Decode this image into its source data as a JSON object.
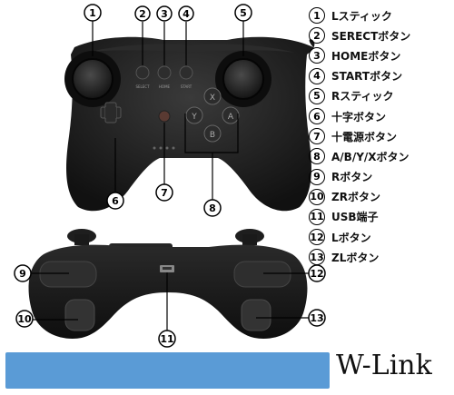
{
  "legend": [
    {
      "num": "1",
      "label": "Lスティック"
    },
    {
      "num": "2",
      "label": "SERECTボタン"
    },
    {
      "num": "3",
      "label": "HOMEボタン"
    },
    {
      "num": "4",
      "label": "STARTボタン"
    },
    {
      "num": "5",
      "label": "Rスティック"
    },
    {
      "num": "6",
      "label": "十字ボタン"
    },
    {
      "num": "7",
      "label": "十電源ボタン"
    },
    {
      "num": "8",
      "label": "A/B/Y/Xボタン"
    },
    {
      "num": "9",
      "label": "Rボタン"
    },
    {
      "num": "10",
      "label": "ZRボタン"
    },
    {
      "num": "11",
      "label": "USB端子"
    },
    {
      "num": "12",
      "label": "Lボタン"
    },
    {
      "num": "13",
      "label": "ZLボタン"
    }
  ],
  "buttons": {
    "y": "Y",
    "x": "X",
    "a": "A",
    "b": "B"
  },
  "center_labels": {
    "select": "SELECT",
    "home": "HOME",
    "start": "START"
  },
  "brand": "W-Link",
  "colors": {
    "body": "#1c1c1c",
    "marker": "#000000",
    "banner": "#5a9bd6"
  }
}
